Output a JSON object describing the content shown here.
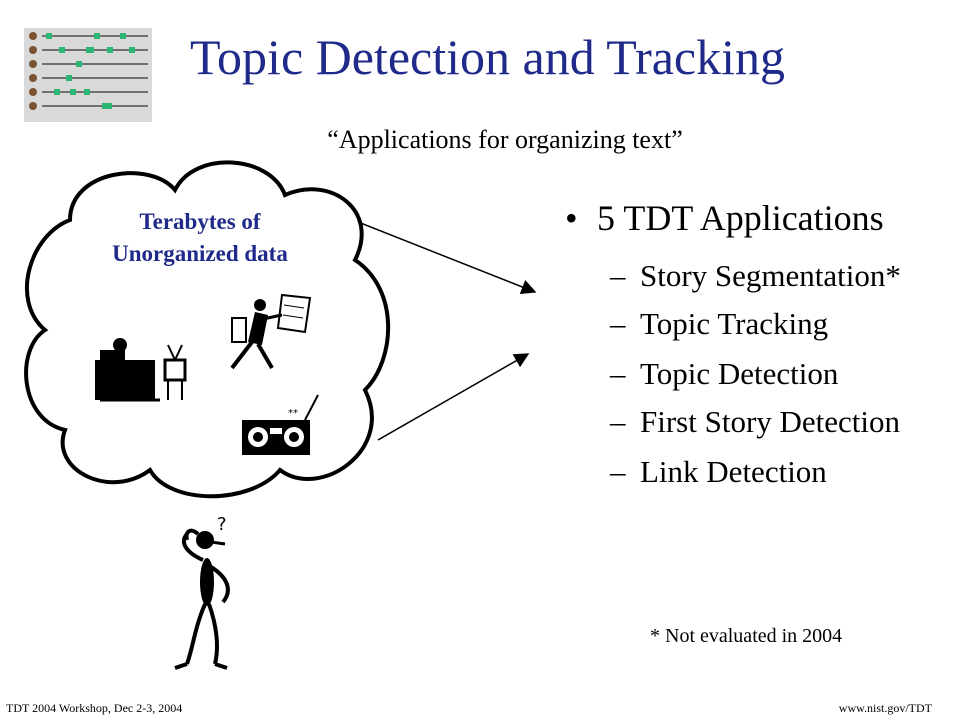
{
  "slide": {
    "title": "Topic Detection and Tracking",
    "subtitle": "“Applications for organizing text”",
    "cloud_label_line1": "Terabytes of",
    "cloud_label_line2": "Unorganized data",
    "apps_heading": "5 TDT Applications",
    "bullet_glyph": "•",
    "dash_glyph": "–",
    "applications": [
      "Story Segmentation*",
      "Topic Tracking",
      "Topic Detection",
      "First Story Detection",
      "Link Detection"
    ],
    "footnote": "* Not evaluated in 2004",
    "thinker_mark": "?"
  },
  "footer": {
    "left": "TDT 2004 Workshop, Dec 2-3, 2004",
    "right": "www.nist.gov/TDT"
  },
  "colors": {
    "title": "#1f2a8a",
    "cloud_text": "#1f2a8a",
    "logo_marker": "#2bb673",
    "logo_bg": "#d9d9d9"
  },
  "icons": [
    "tdt-timeline-logo",
    "cloud-outline",
    "tv-viewer-clipart",
    "newspaper-reader-clipart",
    "radio-clipart",
    "thinking-person-clipart"
  ]
}
